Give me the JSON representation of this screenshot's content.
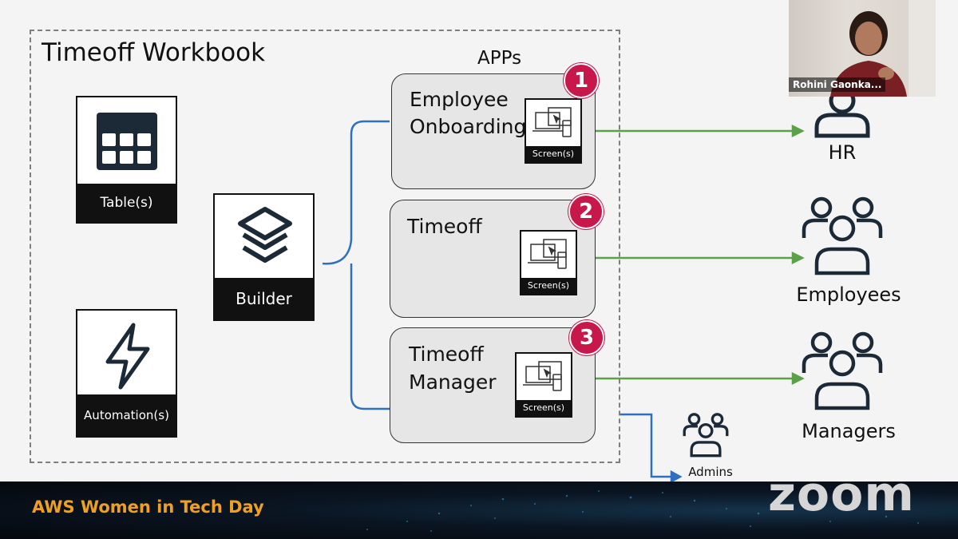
{
  "workbook": {
    "title": "Timeoff Workbook"
  },
  "components": {
    "table": "Table(s)",
    "automation": "Automation(s)",
    "builder": "Builder"
  },
  "apps": {
    "heading": "APPs",
    "items": [
      {
        "number": "1",
        "title_line1": "Employee",
        "title_line2": "Onboarding",
        "screen": "Screen(s)",
        "badge_color": "#c8174a"
      },
      {
        "number": "2",
        "title_line1": "Timeoff",
        "title_line2": "",
        "screen": "Screen(s)",
        "badge_color": "#c8174a"
      },
      {
        "number": "3",
        "title_line1": "Timeoff",
        "title_line2": "Manager",
        "screen": "Screen(s)",
        "badge_color": "#c8174a"
      }
    ]
  },
  "users": {
    "hr": "HR",
    "employees": "Employees",
    "managers": "Managers",
    "admins": "Admins"
  },
  "colors": {
    "connector_green": "#5aa14a",
    "connector_blue": "#2e6fc0"
  },
  "video": {
    "participant_name": "Rohini Gaonka..."
  },
  "footer": {
    "title": "AWS Women in Tech Day",
    "zoom_wordmark": "zoom"
  }
}
